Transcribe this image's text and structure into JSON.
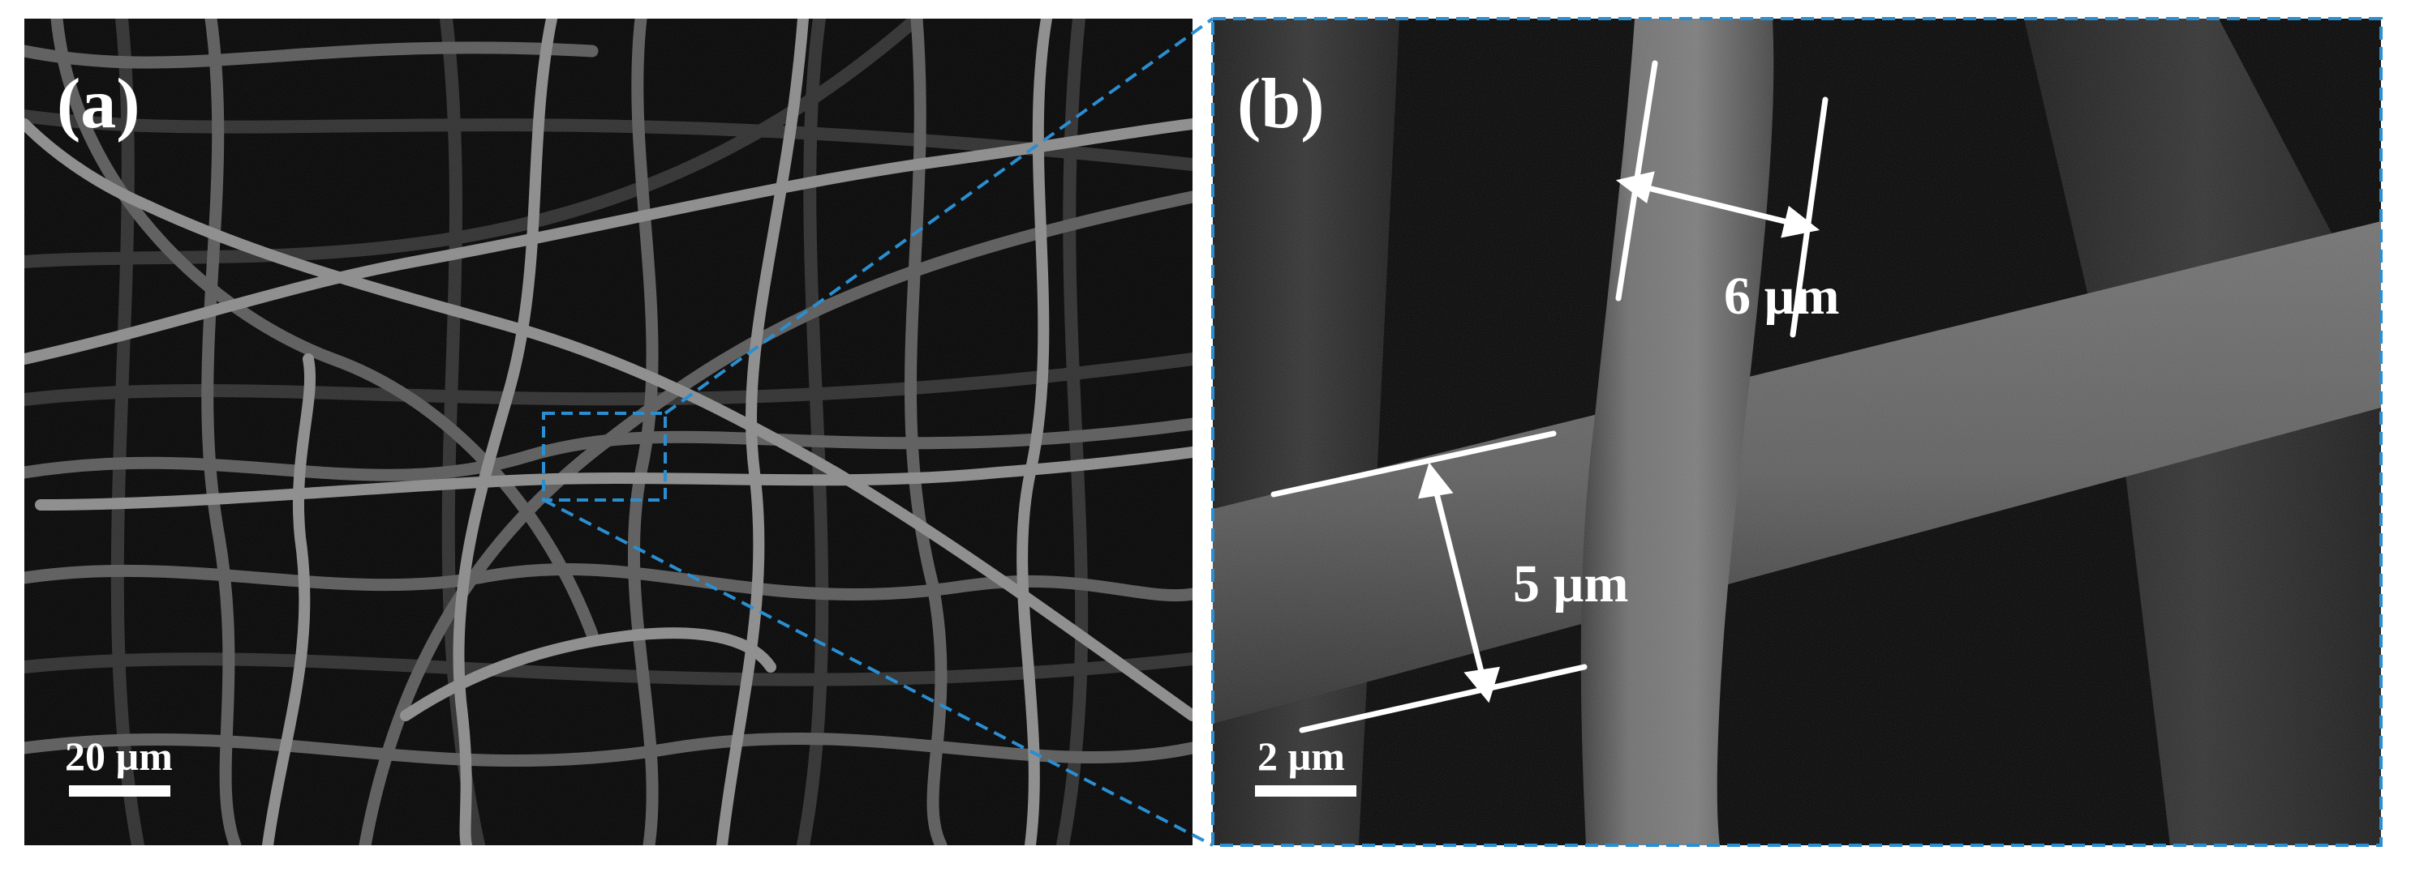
{
  "figure": {
    "panel_a": {
      "label": "(a)",
      "scale_bar": "20 µm"
    },
    "panel_b": {
      "label": "(b)",
      "scale_bar": "2 µm",
      "measurement_top": "6 µm",
      "measurement_left": "5 µm"
    }
  },
  "colors": {
    "zoom_outline": "#2a8ed0",
    "annotation": "#ffffff",
    "background": "#000000"
  }
}
